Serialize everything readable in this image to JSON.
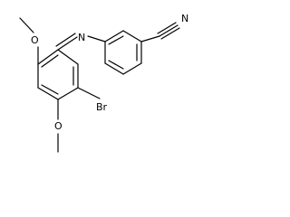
{
  "atoms": {
    "imine_nitrogen": "N",
    "nitrile_nitrogen": "N",
    "bromine": "Br",
    "methoxy_oxygen_top": "O",
    "methoxy_oxygen_bottom": "O"
  }
}
